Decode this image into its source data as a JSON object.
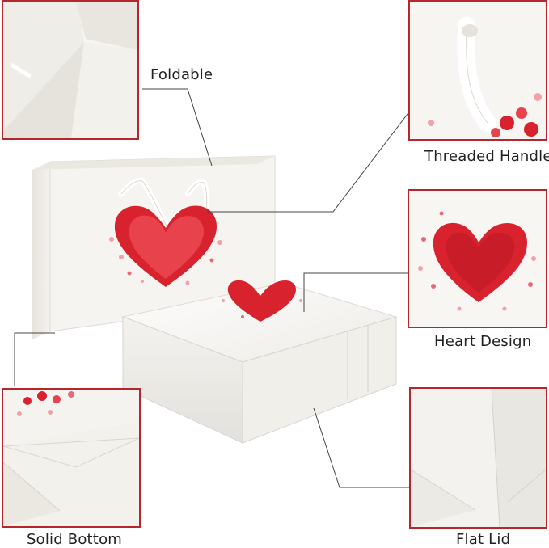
{
  "colors": {
    "frame": "#b5272d",
    "heart": "#d8232e",
    "heart_light": "#f2a1a8",
    "paper": "#f3f1ec",
    "leader_line": "#444444",
    "label_text": "#222222"
  },
  "features": {
    "foldable": "Foldable",
    "threaded_handle": "Threaded Handle",
    "heart_design": "Heart Design",
    "solid_bottom": "Solid Bottom",
    "flat_lid": "Flat Lid"
  }
}
